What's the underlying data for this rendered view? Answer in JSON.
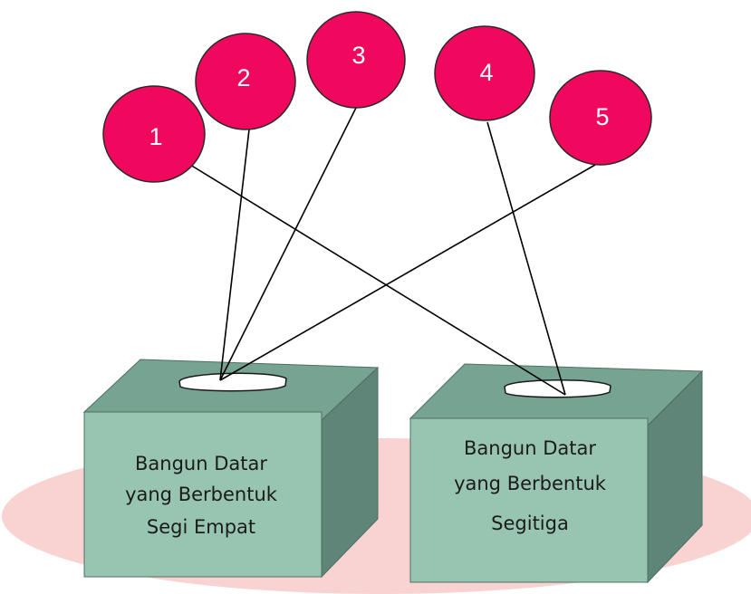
{
  "colors": {
    "balloon_fill": "#F0085F",
    "balloon_stroke": "#2a2a2a",
    "string": "#000000",
    "box_front": "#98C5B1",
    "box_top": "#76A392",
    "box_side": "#5F8578",
    "hole": "#ffffff",
    "ground_ellipse": "#F9D2D2"
  },
  "balloons": [
    {
      "label": "1",
      "target": "box-left"
    },
    {
      "label": "2",
      "target": "box-left"
    },
    {
      "label": "3",
      "target": "box-left"
    },
    {
      "label": "4",
      "target": "box-right"
    },
    {
      "label": "5",
      "target": "box-left"
    }
  ],
  "boxes": [
    {
      "id": "box-left",
      "lines": [
        "Bangun Datar",
        "yang  Berbentuk",
        "Segi Empat"
      ]
    },
    {
      "id": "box-right",
      "lines": [
        "Bangun Datar",
        "yang  Berbentuk",
        "Segitiga"
      ]
    }
  ]
}
